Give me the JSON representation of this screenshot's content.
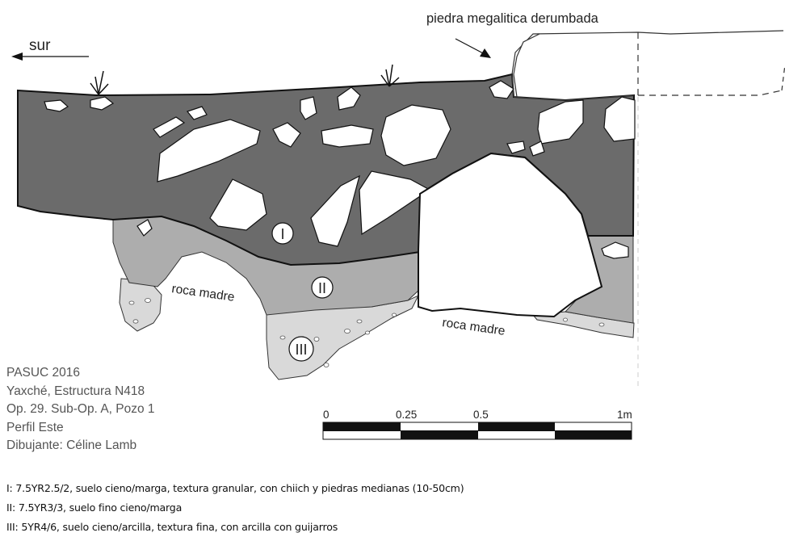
{
  "direction_label": "sur",
  "annotation_label": "piedra megalitica derumbada",
  "layers": [
    {
      "numeral": "I"
    },
    {
      "numeral": "II"
    },
    {
      "numeral": "III"
    }
  ],
  "bedrock_label": "roca madre",
  "bedrock_label_2": "roca madre",
  "info": {
    "line1": "PASUC 2016",
    "line2": "Yaxché, Estructura N418",
    "line3": "Op. 29. Sub-Op. A, Pozo 1",
    "line4": "Perfil Este",
    "line5": "Dibujante: Céline Lamb"
  },
  "scale": {
    "ticks": [
      "0",
      "0.25",
      "0.5",
      "1m"
    ]
  },
  "legend": [
    "I: 7.5YR2.5/2, suelo cieno/marga, textura granular, con chiich y piedras medianas (10-50cm)",
    "II: 7.5YR3/3, suelo fino cieno/marga",
    "III: 5YR4/6, suelo cieno/arcilla, textura fina, con arcilla con  guijarros"
  ],
  "colors": {
    "layer_I": "#6b6b6b",
    "layer_II": "#adadad",
    "layer_III": "#d9d9d9",
    "outline": "#111111"
  }
}
